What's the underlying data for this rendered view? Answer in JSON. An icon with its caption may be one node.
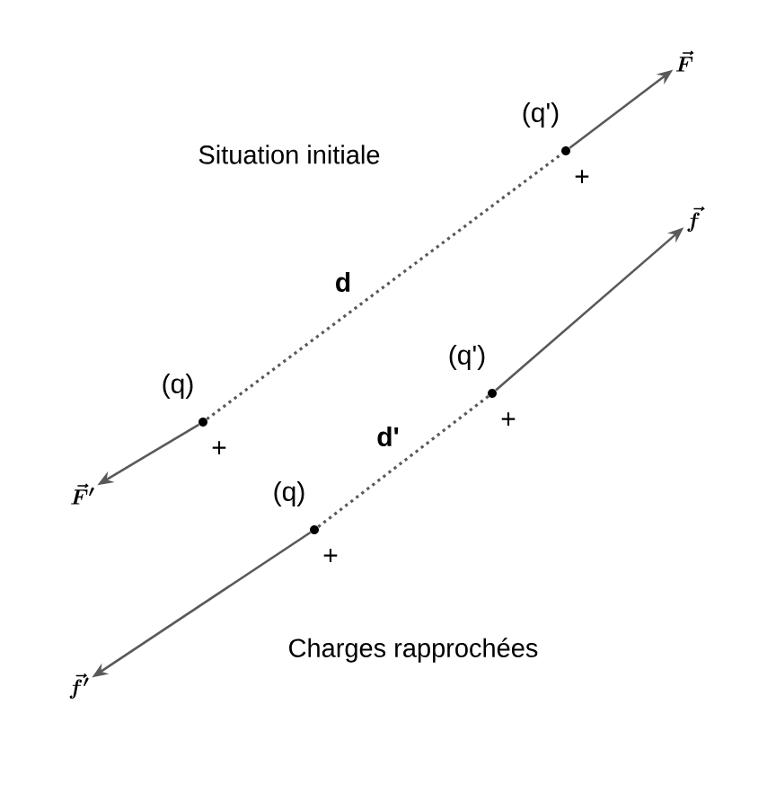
{
  "diagram": {
    "nodes": [
      {
        "text": [],
        "shape": "circle",
        "beside": [
          "(q')",
          "+"
        ]
      },
      {
        "text": [],
        "shape": "circle",
        "beside": [
          "(q)",
          "+"
        ]
      },
      {
        "text": [],
        "shape": "circle",
        "beside": [
          "(q')",
          "+"
        ]
      },
      {
        "text": [],
        "shape": "circle",
        "beside": [
          "(q)",
          "+"
        ]
      },
      {
        "text": [
          "\\vec{F}"
        ]
      },
      {
        "text": [
          "\\vec{f}"
        ]
      },
      {
        "text": [
          "\\vec{F}'"
        ]
      },
      {
        "text": [
          "\\vec{f}'"
        ]
      }
    ],
    "edges": [
      {
        "from": 1,
        "to": 0,
        "arrow": "none",
        "style": "dashed",
        "label": "d"
      },
      {
        "from": 0,
        "to": 4,
        "arrow": "to"
      },
      {
        "from": 1,
        "to": 6,
        "arrow": "to"
      },
      {
        "from": 3,
        "to": 2,
        "arrow": "none",
        "style": "dashed",
        "label": "d'"
      },
      {
        "from": 2,
        "to": 5,
        "arrow": "to"
      },
      {
        "from": 3,
        "to": 7,
        "arrow": "to"
      }
    ],
    "labels": [
      "Situation initiale",
      "Charges rapprochées"
    ]
  }
}
